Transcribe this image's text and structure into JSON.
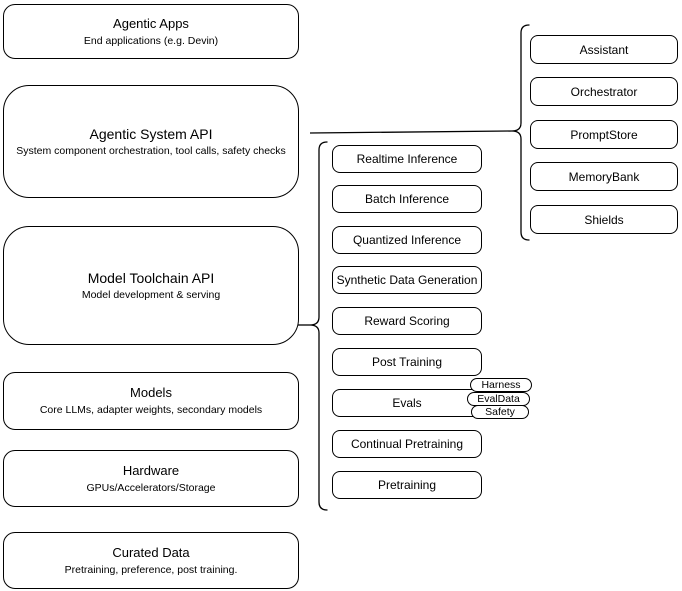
{
  "diagram": {
    "title": "Agentic system stack diagram",
    "colors": {
      "stroke": "#000000",
      "fill": "#ffffff",
      "background": "#ffffff"
    },
    "left_column": [
      {
        "title": "Agentic Apps",
        "subtitle": "End applications (e.g. Devin)"
      },
      {
        "title": "Agentic System API",
        "subtitle": "System component orchestration, tool calls, safety checks"
      },
      {
        "title": "Model Toolchain API",
        "subtitle": "Model development & serving"
      },
      {
        "title": "Models",
        "subtitle": "Core LLMs, adapter weights, secondary models"
      },
      {
        "title": "Hardware",
        "subtitle": "GPUs/Accelerators/Storage"
      },
      {
        "title": "Curated Data",
        "subtitle": "Pretraining, preference, post training."
      }
    ],
    "toolchain_items": [
      "Realtime Inference",
      "Batch Inference",
      "Quantized Inference",
      "Synthetic Data Generation",
      "Reward Scoring",
      "Post Training",
      "Evals",
      "Continual Pretraining",
      "Pretraining"
    ],
    "eval_tags": [
      "Harness",
      "EvalData",
      "Safety"
    ],
    "system_components": [
      "Assistant",
      "Orchestrator",
      "PromptStore",
      "MemoryBank",
      "Shields"
    ]
  }
}
